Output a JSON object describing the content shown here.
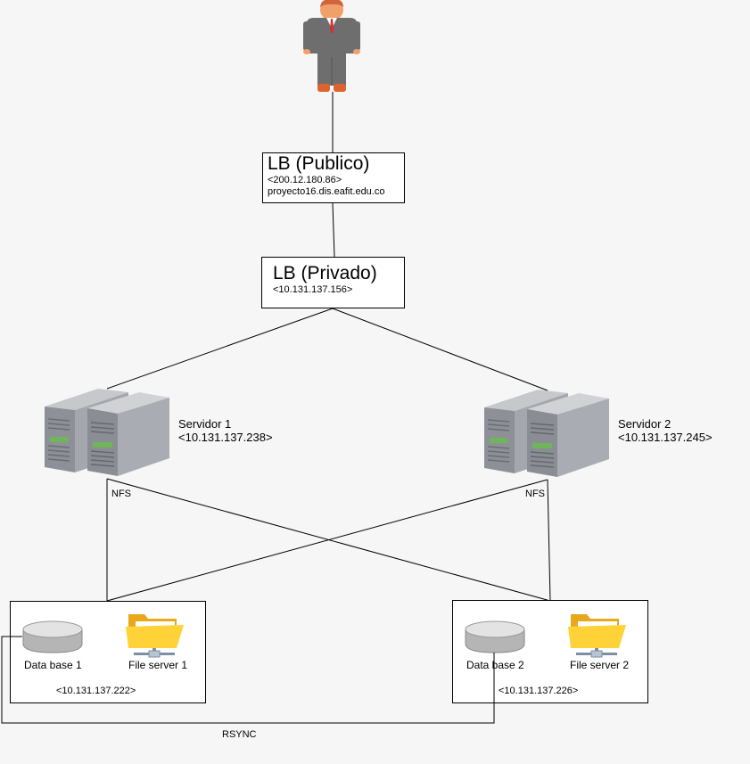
{
  "lb_publico": {
    "title": "LB (Publico)",
    "ip": "<200.12.180.86>",
    "host": "proyecto16.dis.eafit.edu.co"
  },
  "lb_privado": {
    "title": "LB (Privado)",
    "ip": "<10.131.137.156>"
  },
  "servidor1": {
    "name": "Servidor 1",
    "ip": "<10.131.137.238>"
  },
  "servidor2": {
    "name": "Servidor 2",
    "ip": "<10.131.137.245>"
  },
  "nfs_left": "NFS",
  "nfs_right": "NFS",
  "storage1": {
    "db_label": "Data base 1",
    "fs_label": "File server 1",
    "ip": "<10.131.137.222>"
  },
  "storage2": {
    "db_label": "Data base 2",
    "fs_label": "File server 2",
    "ip": "<10.131.137.226>"
  },
  "rsync": "RSYNC",
  "icons": {
    "user": "user-icon",
    "server": "server-rack-icon",
    "database": "database-icon",
    "folder": "folder-share-icon"
  }
}
